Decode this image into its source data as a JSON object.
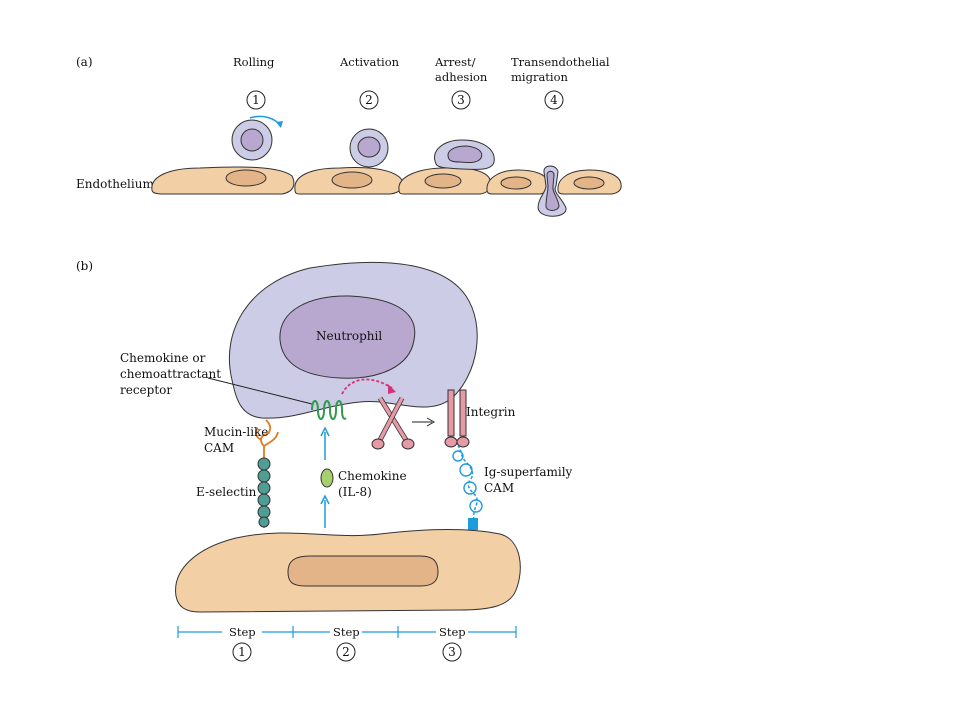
{
  "panel_a": {
    "label": "(a)",
    "steps": [
      {
        "number": "1",
        "title_lines": [
          "Rolling"
        ]
      },
      {
        "number": "2",
        "title_lines": [
          "Activation"
        ]
      },
      {
        "number": "3",
        "title_lines": [
          "Arrest/",
          "adhesion"
        ]
      },
      {
        "number": "4",
        "title_lines": [
          "Transendothelial",
          "migration"
        ]
      }
    ],
    "endothelium_label": "Endothelium"
  },
  "panel_b": {
    "label": "(b)",
    "neutrophil_label": "Neutrophil",
    "chemokine_receptor_lines": [
      "Chemokine or",
      "chemoattractant",
      "receptor"
    ],
    "mucin_cam_lines": [
      "Mucin-like",
      "CAM"
    ],
    "e_selectin": "E-selectin",
    "chemokine_lines": [
      "Chemokine",
      "(IL-8)"
    ],
    "integrin": "Integrin",
    "ig_cam_lines": [
      "Ig-superfamily",
      "CAM"
    ],
    "step_word": "Step",
    "step_numbers": [
      "1",
      "2",
      "3"
    ]
  },
  "colors": {
    "cell_lavender": "#cccce6",
    "nucleus_lavender": "#b8a8d0",
    "endothelium": "#f3cfa6",
    "endothelium_nucleus": "#e2b487",
    "arrow_blue": "#1f9be0",
    "receptor_green": "#2e9c4a",
    "mucin_orange": "#e37b1d",
    "selectin_teal": "#4f9e93",
    "integrin_pink": "#e79aa6",
    "magenta": "#d4327a"
  }
}
